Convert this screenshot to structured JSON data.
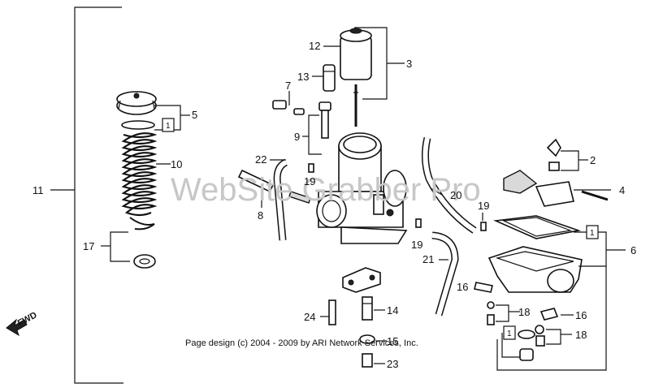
{
  "watermark": "WebSite Grabber Pro",
  "credit": "Page design (c) 2004 - 2009 by ARI Network Services, Inc.",
  "fwd_label": "FWD",
  "callouts": {
    "c1": "1",
    "c2": "2",
    "c3": "3",
    "c4": "4",
    "c5": "5",
    "c6": "6",
    "c7": "7",
    "c8": "8",
    "c9": "9",
    "c10": "10",
    "c11": "11",
    "c12": "12",
    "c13": "13",
    "c14": "14",
    "c15": "15",
    "c16a": "16",
    "c16b": "16",
    "c17": "17",
    "c18a": "18",
    "c18b": "18",
    "c19a": "19",
    "c19b": "19",
    "c19c": "19",
    "c20": "20",
    "c21": "21",
    "c22": "22",
    "c23": "23",
    "c24": "24"
  },
  "boxed_items": {
    "b1": "1",
    "b6": "1",
    "b18": "1"
  }
}
